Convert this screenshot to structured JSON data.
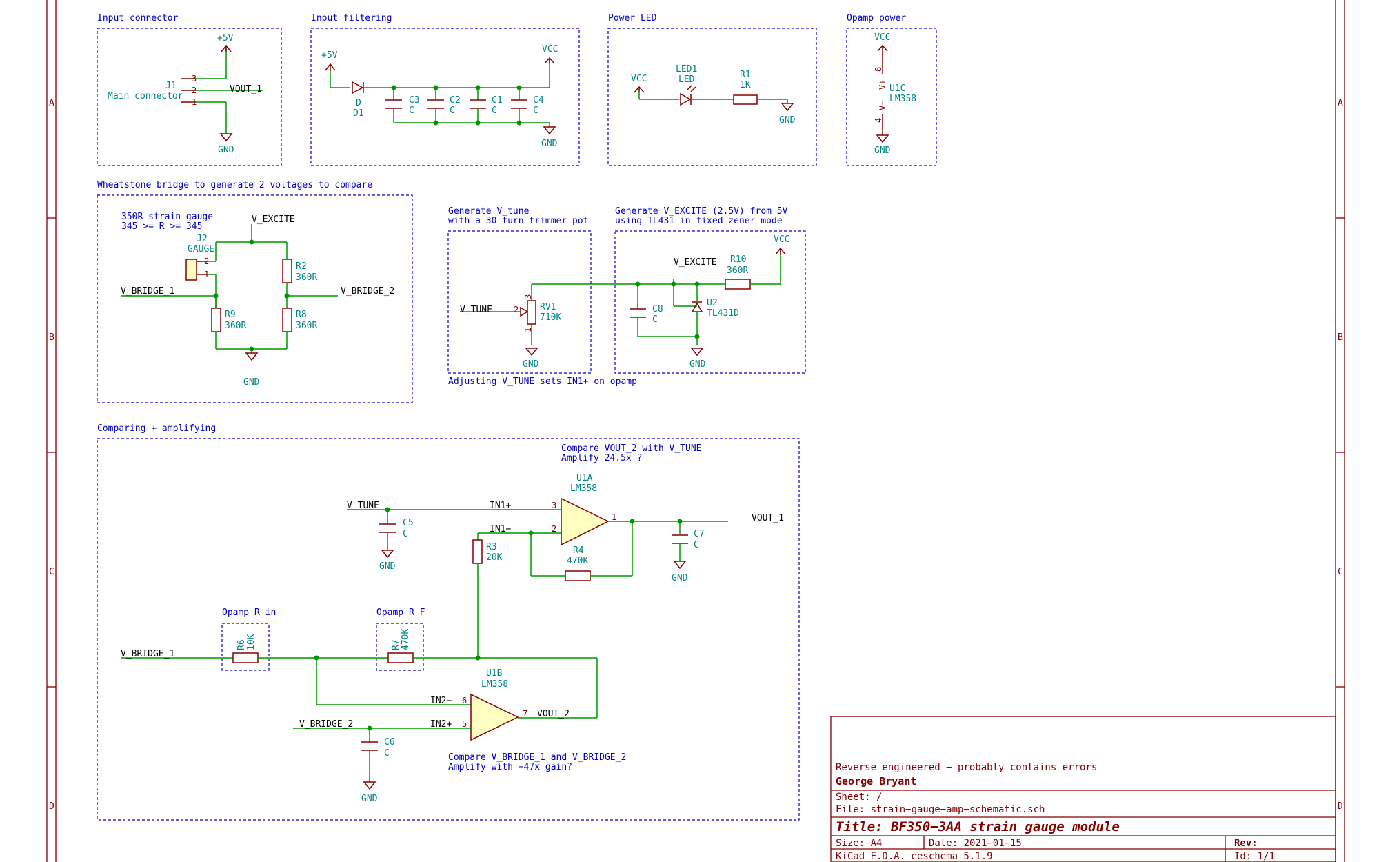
{
  "frame": {
    "row_letters": [
      "A",
      "B",
      "C",
      "D"
    ],
    "colors": {
      "frame": "#840000",
      "wire": "#009600",
      "text_blue": "#0000c8",
      "text_teal": "#008484",
      "component_fill": "#ffffc2"
    }
  },
  "sections": {
    "input_connector": "Input connector",
    "input_filtering": "Input filtering",
    "power_led": "Power LED",
    "opamp_power": "Opamp power",
    "wheatstone": "Wheatstone bridge to generate 2 voltages to compare",
    "gen_vtune": [
      "Generate V_tune",
      "with a 30 turn trimmer pot"
    ],
    "gen_vexcite": [
      "Generate V_EXCITE (2.5V) from 5V",
      "using TL431 in fixed zener mode"
    ],
    "vtune_note": "Adjusting V_TUNE sets IN1+ on opamp",
    "comparing": "Comparing + amplifying",
    "u1a_note": [
      "Compare VOUT_2 with V_TUNE",
      "Amplify 24.5x ?"
    ],
    "u1b_note": [
      "Compare V_BRIDGE_1 and V_BRIDGE_2",
      "Amplify with −47x gain?"
    ],
    "opamp_rin": "Opamp R_in",
    "opamp_rf": "Opamp R_F",
    "gauge_note": [
      "350R strain gauge",
      "345 >= R >= 345"
    ]
  },
  "power": {
    "p5v": "+5V",
    "vcc": "VCC",
    "gnd": "GND"
  },
  "nets": {
    "vout1": "VOUT_1",
    "vout2": "VOUT_2",
    "vexcite": "V_EXCITE",
    "vtune": "V_TUNE",
    "vbridge1": "V_BRIDGE_1",
    "vbridge2": "V_BRIDGE_2",
    "in1p": "IN1+",
    "in1m": "IN1−",
    "in2p": "IN2+",
    "in2m": "IN2−"
  },
  "components": {
    "j1": {
      "ref": "J1",
      "value": "Main connector",
      "pins": [
        "3",
        "2",
        "1"
      ]
    },
    "d1": {
      "ref": "D1",
      "value": "D"
    },
    "c1": {
      "ref": "C1",
      "value": "C"
    },
    "c2": {
      "ref": "C2",
      "value": "C"
    },
    "c3": {
      "ref": "C3",
      "value": "C"
    },
    "c4": {
      "ref": "C4",
      "value": "C"
    },
    "c5": {
      "ref": "C5",
      "value": "C"
    },
    "c6": {
      "ref": "C6",
      "value": "C"
    },
    "c7": {
      "ref": "C7",
      "value": "C"
    },
    "c8": {
      "ref": "C8",
      "value": "C"
    },
    "led1": {
      "ref": "LED1",
      "value": "LED"
    },
    "r1": {
      "ref": "R1",
      "value": "1K"
    },
    "r2": {
      "ref": "R2",
      "value": "360R"
    },
    "r3": {
      "ref": "R3",
      "value": "20K"
    },
    "r4": {
      "ref": "R4",
      "value": "470K"
    },
    "r6": {
      "ref": "R6",
      "value": "10K"
    },
    "r7": {
      "ref": "R7",
      "value": "470K"
    },
    "r8": {
      "ref": "R8",
      "value": "360R"
    },
    "r9": {
      "ref": "R9",
      "value": "360R"
    },
    "r10": {
      "ref": "R10",
      "value": "360R"
    },
    "rv1": {
      "ref": "RV1",
      "value": "710K"
    },
    "u2": {
      "ref": "U2",
      "value": "TL431D"
    },
    "j2": {
      "ref": "J2",
      "value": "GAUGE"
    },
    "u1a": {
      "ref": "U1A",
      "value": "LM358"
    },
    "u1b": {
      "ref": "U1B",
      "value": "LM358"
    },
    "u1c": {
      "ref": "U1C",
      "value": "LM358"
    }
  },
  "pins": {
    "u1a": {
      "in_p": "3",
      "in_m": "2",
      "out": "1"
    },
    "u1b": {
      "in_m": "6",
      "in_p": "5",
      "out": "7"
    },
    "u1c": {
      "vp_num": "8",
      "vp_name": "V+",
      "vm_num": "4",
      "vm_name": "V−"
    },
    "rv1": {
      "wiper": "2",
      "top": "3",
      "bottom": "1"
    },
    "j2": {
      "p2": "2",
      "p1": "1"
    }
  },
  "title_block": {
    "comment": "Reverse engineered − probably contains errors",
    "author": "George Bryant",
    "sheet": "Sheet: /",
    "file": "File: strain−gauge−amp−schematic.sch",
    "title": "Title: BF350−3AA strain gauge module",
    "size": "Size: A4",
    "date": "Date: 2021−01−15",
    "rev": "Rev:",
    "tool": "KiCad E.D.A.  eeschema 5.1.9",
    "id": "Id: 1/1"
  }
}
